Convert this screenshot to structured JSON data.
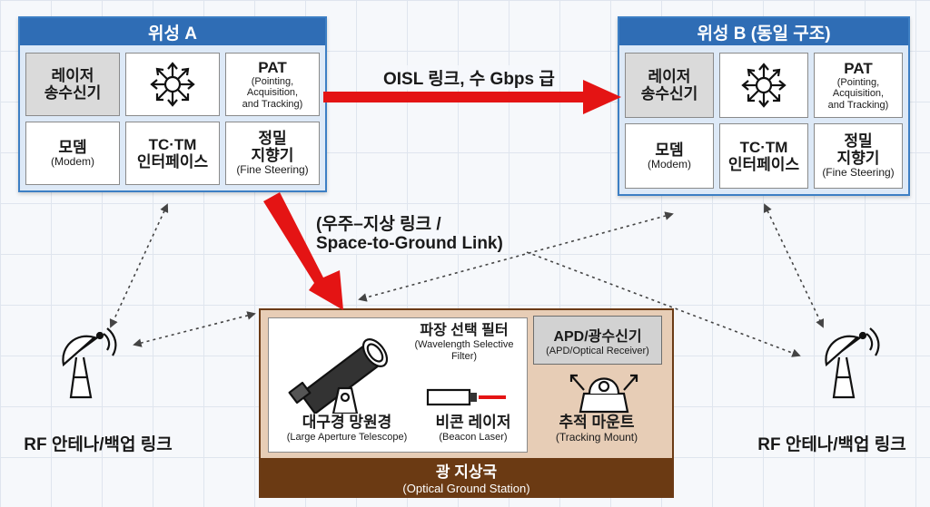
{
  "satellite_a": {
    "title": "위성 A",
    "laser": [
      "레이저",
      "송수신기"
    ],
    "pat": {
      "title": "PAT",
      "sub1": "(Pointing,",
      "sub2": "Acquisition,",
      "sub3": "and Tracking)"
    },
    "modem": {
      "title": "모뎀",
      "sub": "(Modem)"
    },
    "tctm": {
      "line1": "TC·TM",
      "line2": "인터페이스"
    },
    "fine": {
      "line1": "정밀",
      "line2": "지향기",
      "sub": "(Fine Steering)"
    }
  },
  "satellite_b": {
    "title": "위성 B (동일 구조)",
    "laser": [
      "레이저",
      "송수신기"
    ],
    "pat": {
      "title": "PAT",
      "sub1": "(Pointing,",
      "sub2": "Acquisition,",
      "sub3": "and Tracking)"
    },
    "modem": {
      "title": "모뎀",
      "sub": "(Modem)"
    },
    "tctm": {
      "line1": "TC·TM",
      "line2": "인터페이스"
    },
    "fine": {
      "line1": "정밀",
      "line2": "지향기",
      "sub": "(Fine Steering)"
    }
  },
  "oisl_label": "OISL 링크, 수 Gbps 급",
  "space_ground_label": {
    "line1": "(우주–지상 링크 /",
    "line2": "Space-to-Ground Link)"
  },
  "station": {
    "title": "광 지상국",
    "subtitle": "(Optical Ground Station)",
    "filter": {
      "title": "파장 선택 필터",
      "sub1": "(Wavelength Selective",
      "sub2": "Filter)"
    },
    "apd": {
      "title": "APD/광수신기",
      "sub": "(APD/Optical Receiver)"
    },
    "telescope": {
      "title": "대구경 망원경",
      "sub": "(Large Aperture Telescope)"
    },
    "beacon": {
      "title": "비콘 레이저",
      "sub": "(Beacon Laser)"
    },
    "mount": {
      "title": "추적 마운트",
      "sub": "(Tracking Mount)"
    }
  },
  "rf_left": "RF 안테나/백업 링크",
  "rf_right": "RF 안테나/백업 링크",
  "colors": {
    "satellite_header": "#2f6db5",
    "satellite_body": "#dde9f7",
    "link_arrow": "#e41414",
    "station_dark": "#6b3a13",
    "station_light": "#e7cdb6"
  },
  "icons": [
    "pat-arrows-icon",
    "satellite-dish-icon",
    "telescope-icon",
    "beacon-laser-icon",
    "tracking-mount-icon"
  ]
}
